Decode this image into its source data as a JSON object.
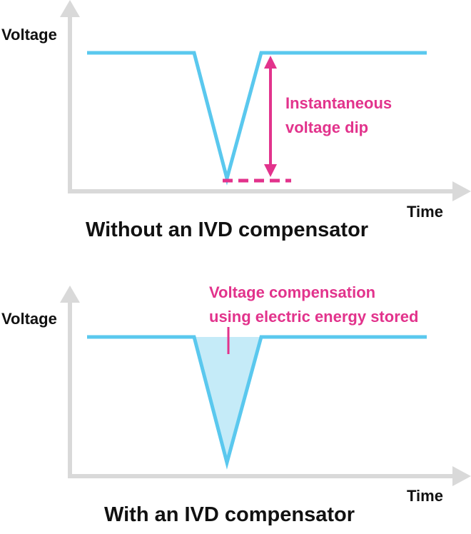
{
  "colors": {
    "axis": "#d9d9d9",
    "waveform": "#5ac8ee",
    "fill": "#c5ebf8",
    "annotation": "#e2338c",
    "text": "#111111"
  },
  "panels": [
    {
      "y_label": "Voltage",
      "x_label": "Time",
      "caption": "Without an IVD compensator",
      "annotation_lines": [
        "Instantaneous",
        "voltage dip"
      ]
    },
    {
      "y_label": "Voltage",
      "x_label": "Time",
      "caption": "With an IVD compensator",
      "annotation_lines": [
        "Voltage compensation",
        "using electric energy stored"
      ]
    }
  ]
}
